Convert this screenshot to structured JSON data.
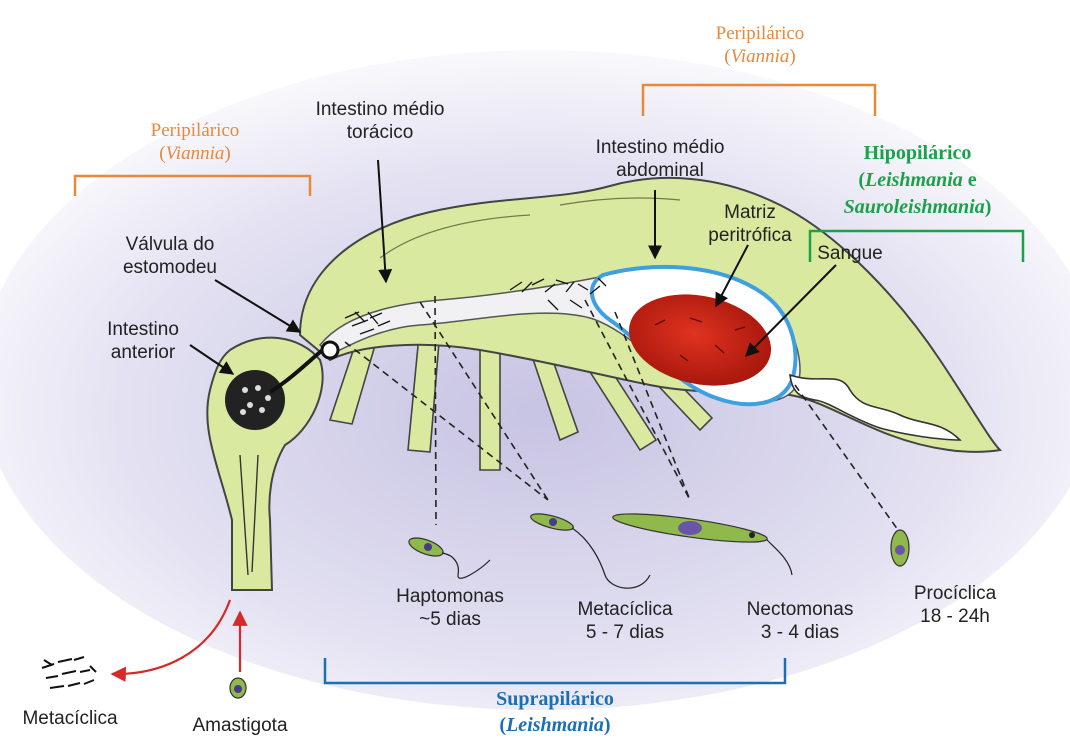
{
  "labels": {
    "peripilarico_left": {
      "line1": "Peripilárico",
      "paren_open": "(",
      "genus": "Viannia",
      "paren_close": ")"
    },
    "peripilarico_right": {
      "line1": "Peripilárico",
      "paren_open": "(",
      "genus": "Viannia",
      "paren_close": ")"
    },
    "hipopilarico": {
      "line1": "Hipopilárico",
      "paren_open": "(",
      "genus1": "Leishmania",
      "conj": " e",
      "genus2": "Sauroleishmania",
      "paren_close": ")"
    },
    "suprapilarico": {
      "line1": "Suprapilárico",
      "paren_open": "(",
      "genus": "Leishmania",
      "paren_close": ")"
    }
  },
  "anatomy": {
    "intestino_medio_toracico": [
      "Intestino médio",
      "torácico"
    ],
    "intestino_medio_abdominal": [
      "Intestino médio",
      "abdominal"
    ],
    "valvula_estomodeu": [
      "Válvula do",
      "estomodeu"
    ],
    "intestino_anterior": [
      "Intestino",
      "anterior"
    ],
    "matriz_peritrofica": [
      "Matriz",
      "peritrófica"
    ],
    "sangue": "Sangue"
  },
  "stages": {
    "haptomonas": [
      "Haptomonas",
      "~5 dias"
    ],
    "metaciclica": [
      "Metacíclica",
      "5 - 7 dias"
    ],
    "nectomonas": [
      "Nectomonas",
      "3 - 4 dias"
    ],
    "prociclica": [
      "Procíclica",
      "18 - 24h"
    ],
    "metaciclica_bottom": "Metacíclica",
    "amastigota": "Amastigota"
  },
  "colors": {
    "orange": "#e8883a",
    "green": "#1aa14a",
    "blue": "#1b6fb5",
    "body": "#d9eaa0",
    "blood": "#c81e10",
    "arrow_red": "#d42a2a"
  }
}
